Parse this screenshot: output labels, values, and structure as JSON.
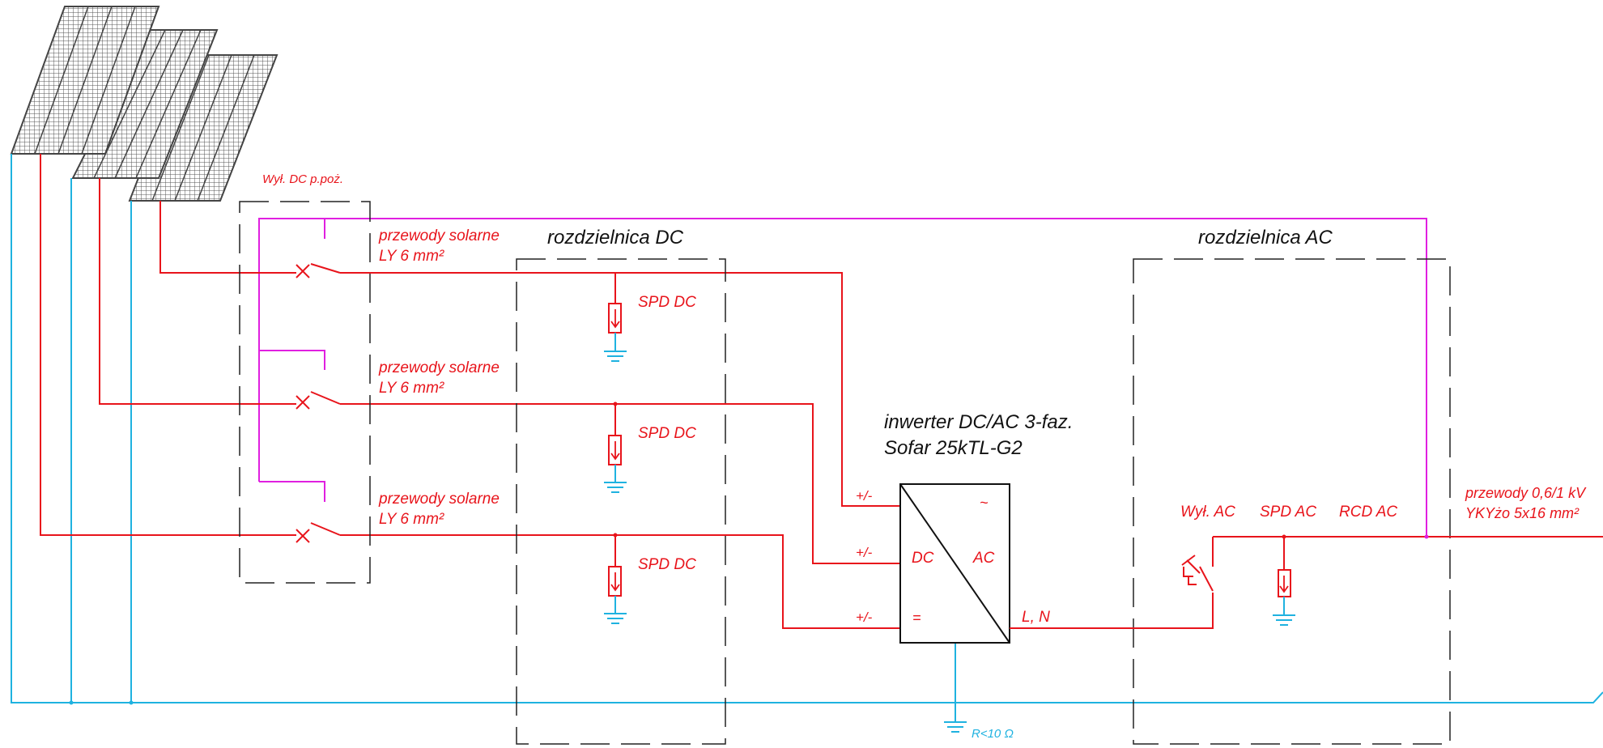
{
  "labels": {
    "fire_switch": "Wył. DC p.poż.",
    "cable_solar": "przewody solarne",
    "cable_solar_size": "LY 6 mm²",
    "dc_board": "rozdzielnica DC",
    "ac_board": "rozdzielnica AC",
    "spd_dc": "SPD DC",
    "inverter_line1": "inwerter DC/AC 3-faz.",
    "inverter_line2": "Sofar 25kTL-G2",
    "dc_input": "+/-",
    "inv_dc": "DC",
    "inv_ac": "AC",
    "inv_tilde": "~",
    "inv_eq": "=",
    "inv_out": "L, N",
    "ac_switch": "Wył. AC",
    "spd_ac": "SPD AC",
    "rcd_ac": "RCD AC",
    "cable_ac_line1": "przewody 0,6/1 kV",
    "cable_ac_line2": "YKYżo  5x16 mm²",
    "ground_resistance": "R<10  Ω"
  },
  "colors": {
    "dc_line": "#e8141b",
    "pe_line": "#1fb2e0",
    "control_line": "#e020e0",
    "frame": "#222222",
    "panel": "#555555"
  }
}
